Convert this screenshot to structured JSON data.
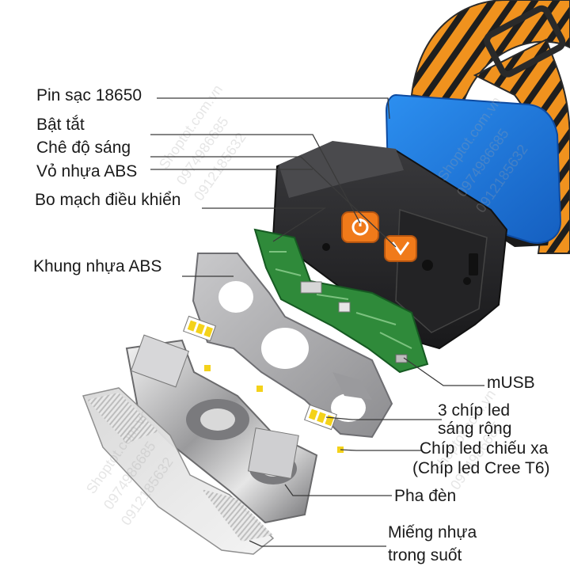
{
  "labels": {
    "battery": "Pin sạc 18650",
    "power_switch": "Bật tắt",
    "light_mode": "Chê độ sáng",
    "abs_shell": "Vỏ nhựa ABS",
    "control_board": "Bo mạch điều khiển",
    "abs_frame": "Khung nhựa ABS",
    "musb": "mUSB",
    "wide_leds_line1": "3 chíp led",
    "wide_leds_line2": "sáng rộng",
    "far_led_line1": "Chíp led chiếu xa",
    "far_led_line2": "(Chíp led Cree T6)",
    "reflector": "Pha đèn",
    "clear_cover_line1": "Miếng nhựa",
    "clear_cover_line2": "trong suốt"
  },
  "watermarks": [
    "Shoptot.com.vn",
    "0974986685",
    "0912185632"
  ],
  "colors": {
    "strap_orange": "#f0921e",
    "strap_black": "#1e1e1e",
    "battery_blue": "#1f7fe0",
    "housing_dark": "#2b2b2d",
    "button_orange": "#f07a1a",
    "pcb_green": "#2f8a3a",
    "frame_gray": "#a9a9ab",
    "leader_line": "#3a3a3a"
  }
}
